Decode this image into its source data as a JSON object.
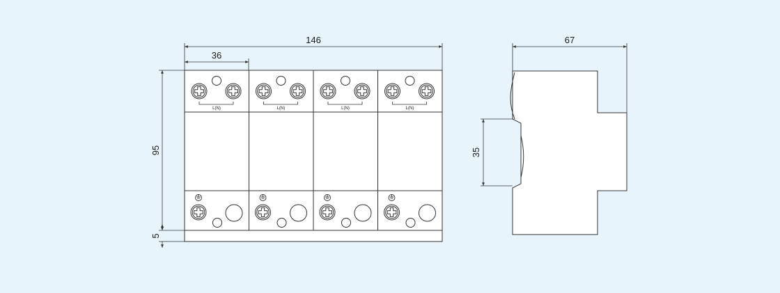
{
  "dimensions": {
    "total_width": "146",
    "module_width": "36",
    "height": "95",
    "base_offset": "5",
    "depth": "67",
    "rail_height": "35"
  },
  "terminal_label": "L(N)",
  "module_count": 4,
  "colors": {
    "background": "#e8f4fc",
    "line": "#333333",
    "body_fill": "#ffffff"
  }
}
